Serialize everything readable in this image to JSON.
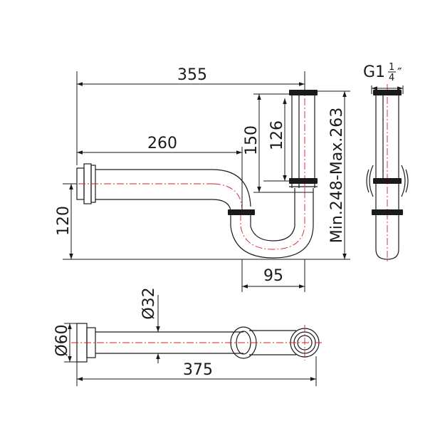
{
  "dimensions": {
    "width_355": "355",
    "width_260": "260",
    "height_150": "150",
    "height_126": "126",
    "height_120": "120",
    "adjust_range": "Min.248-Max.263",
    "offset_95": "95",
    "thread": "G1",
    "thread_num": "1",
    "thread_den": "4",
    "thread_unit": "″",
    "diameter_32": "Ø32",
    "diameter_60": "Ø60",
    "length_375": "375"
  },
  "colors": {
    "line": "#1a1a1a",
    "center_axis": "#d0202a"
  }
}
